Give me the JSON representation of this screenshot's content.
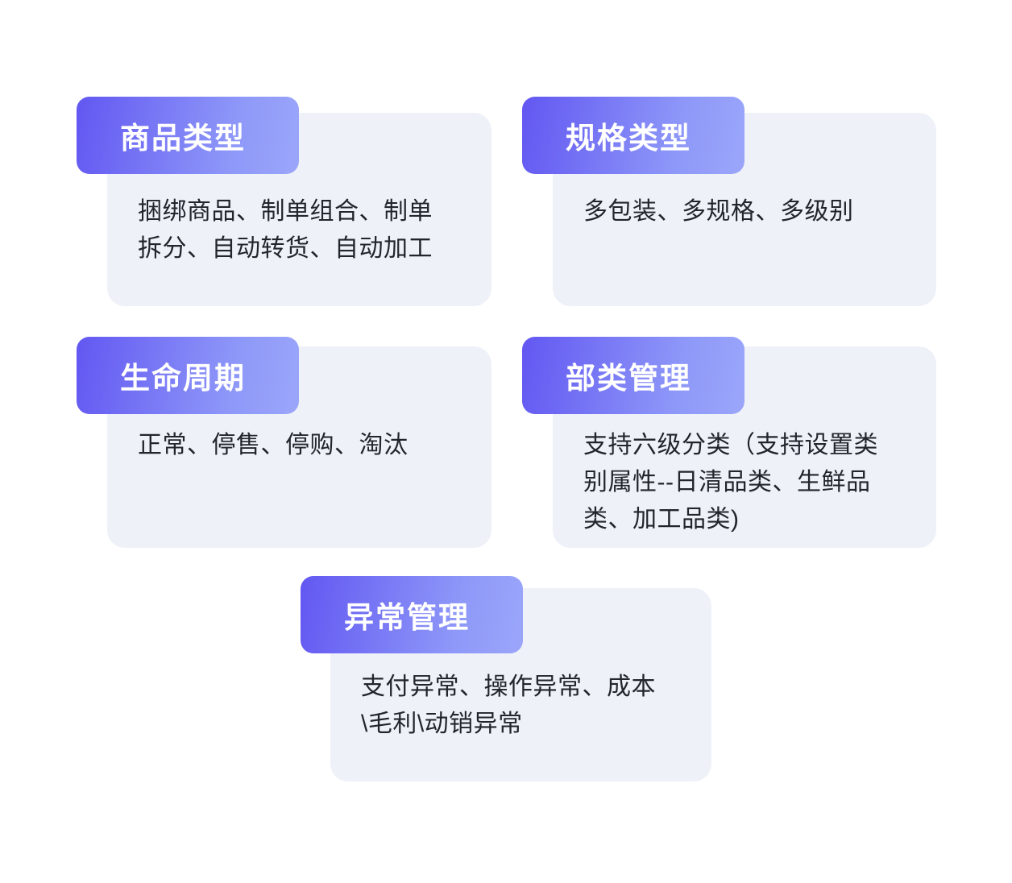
{
  "diagram": {
    "background_color": "#ffffff",
    "card_background_color": "#eef1f8",
    "badge_gradient_start": "#6257f2",
    "badge_gradient_end": "#9ba6fa",
    "body_text_color": "#23252d",
    "title_text_color": "#ffffff",
    "cards": [
      {
        "id": "product-type",
        "title": "商品类型",
        "body": "捆绑商品、制单组合、制单拆分、自动转货、自动加工"
      },
      {
        "id": "spec-type",
        "title": "规格类型",
        "body": "多包装、多规格、多级别"
      },
      {
        "id": "life-cycle",
        "title": "生命周期",
        "body": "正常、停售、停购、淘汰"
      },
      {
        "id": "category-management",
        "title": "部类管理",
        "body": "支持六级分类（支持设置类别属性--日清品类、生鲜品类、加工品类)"
      },
      {
        "id": "exception-management",
        "title": "异常管理",
        "body": "支付异常、操作异常、成本\\毛利\\动销异常"
      }
    ]
  }
}
